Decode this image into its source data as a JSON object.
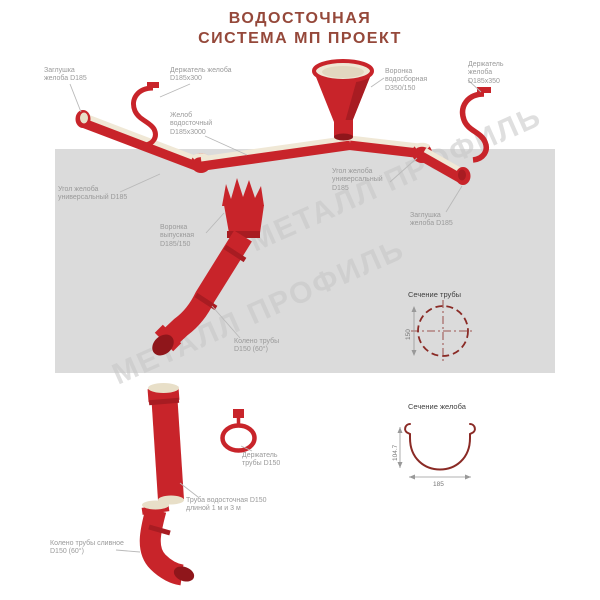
{
  "title": {
    "line1": "ВОДОСТОЧНАЯ",
    "line2": "СИСТЕМА МП ПРОЕКТ"
  },
  "watermark": "МЕТАЛЛ ПРОФИЛЬ",
  "colors": {
    "component_red": "#C8242A",
    "component_dark_red": "#A81C22",
    "title_color": "#95483A",
    "label_gray": "#9A9A9A",
    "band_gray": "#DBDBDB",
    "section_line": "#8A2A25"
  },
  "labels": {
    "gutter_cap_left": "Заглушка желоба D185",
    "gutter_holder_300": "Держатель желоба D185х300",
    "collecting_funnel": "Воронка водосборная D350/150",
    "gutter_holder_350": "Держатель желоба D185х350",
    "gutter": "Желоб водосточный D185х3000",
    "gutter_corner_left": "Угол желоба универсальный D185",
    "gutter_corner_right": "Угол желоба универсальный D185",
    "gutter_cap_right": "Заглушка желоба D185",
    "outlet_funnel": "Воронка выпускная D185/150",
    "pipe_elbow": "Колено трубы D150 (60°)",
    "pipe_holder": "Держатель трубы D150",
    "downpipe": "Труба водосточная D150 длиной 1 м и 3 м",
    "drain_elbow": "Колено трубы сливное D150 (60°)"
  },
  "sections": {
    "pipe_section": {
      "title": "Сечение трубы",
      "dim_diameter": "150"
    },
    "gutter_section": {
      "title": "Сечение желоба",
      "dim_width": "185",
      "dim_height": "104.7"
    }
  }
}
